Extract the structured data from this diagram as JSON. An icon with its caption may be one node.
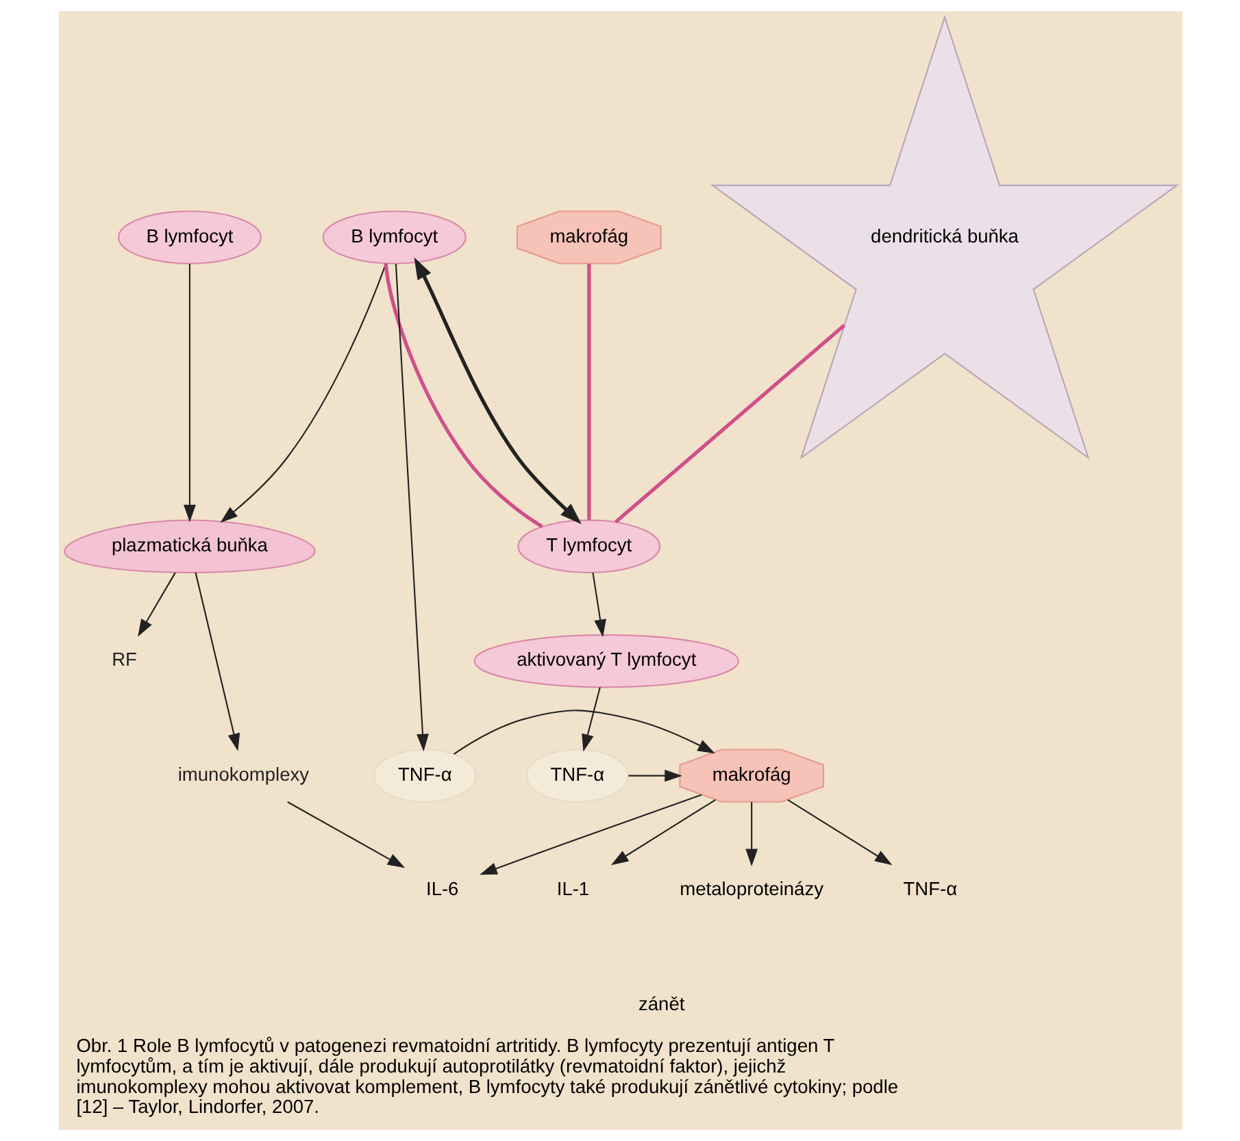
{
  "diagram": {
    "caption": "Obr. 1 Role B lymfocytů v patogenezi revmatoidní artritidy. B lymfocyty prezentují antigen T lymfocytům, a tím je aktivují, dále produkují autoprotilátky (revmatoidní faktor), jejichž imunokomplexy mohou aktivovat komplement, B lymfocyty také produkují zánětlivé cytokiny; podle [12] – Taylor, Lindorfer, 2007.",
    "nodes": [
      {
        "text": [
          "B lymfocyt"
        ]
      },
      {
        "text": [
          "plazmatická buňka"
        ]
      },
      {
        "text": [
          "RF"
        ]
      },
      {
        "text": [
          "imunokomplexy"
        ]
      },
      {
        "text": [
          "B lymfocyt"
        ]
      },
      {
        "text": [
          "makrofág"
        ]
      },
      {
        "text": [
          "dendritická buňka"
        ]
      },
      {
        "text": [
          "T lymfocyt"
        ]
      },
      {
        "text": [
          "aktivovaný T lymfocyt"
        ]
      },
      {
        "text": [
          "TNF-α"
        ]
      },
      {
        "text": [
          "makrofág"
        ]
      },
      {
        "text": [
          "TNF-α"
        ]
      },
      {
        "text": [
          "IL-6"
        ]
      },
      {
        "text": [
          "TNF-α"
        ]
      },
      {
        "text": [
          "IL-1"
        ]
      },
      {
        "text": [
          "metaloproteinázy"
        ]
      }
    ],
    "edges": [
      {
        "from": 0,
        "to": 1,
        "arrow": "to"
      },
      {
        "from": 4,
        "to": 1,
        "arrow": "to"
      },
      {
        "from": 1,
        "to": 2,
        "arrow": "to"
      },
      {
        "from": 1,
        "to": 3,
        "arrow": "to"
      },
      {
        "from": 4,
        "to": 7,
        "arrow": "none",
        "style": "thick",
        "color": "#d0508a"
      },
      {
        "from": 5,
        "to": 7,
        "arrow": "none",
        "style": "thick",
        "color": "#d0508a"
      },
      {
        "from": 6,
        "to": 7,
        "arrow": "none",
        "style": "thick",
        "color": "#d0508a"
      },
      {
        "from": 4,
        "to": 7,
        "arrow": "both",
        "style": "thick"
      },
      {
        "from": 4,
        "to": 9,
        "arrow": "to"
      },
      {
        "from": 7,
        "to": 8,
        "arrow": "to"
      },
      {
        "from": 8,
        "to": 11,
        "arrow": "to"
      },
      {
        "from": 9,
        "to": 10,
        "arrow": "to"
      },
      {
        "from": 11,
        "to": 10,
        "arrow": "to"
      },
      {
        "from": 3,
        "to": 12,
        "arrow": "to"
      },
      {
        "from": 10,
        "to": 12,
        "arrow": "to"
      },
      {
        "from": 10,
        "to": 13,
        "arrow": "to"
      },
      {
        "from": 10,
        "to": 14,
        "arrow": "to"
      },
      {
        "from": 10,
        "to": 15,
        "arrow": "to"
      }
    ],
    "labels": [
      "zánět"
    ]
  }
}
